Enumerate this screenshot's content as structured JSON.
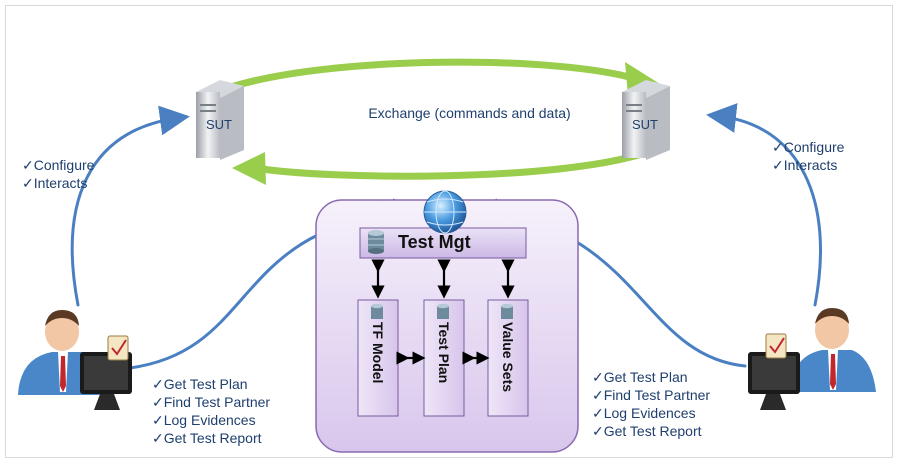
{
  "exchange_label": "Exchange (commands and data)",
  "sut_left": "SUT",
  "sut_right": "SUT",
  "left_configure": [
    "✓Configure",
    "✓Interacts"
  ],
  "right_configure": [
    "✓Configure",
    "✓Interacts"
  ],
  "left_actions": [
    "✓Get Test Plan",
    "✓Find Test Partner",
    "✓Log Evidences",
    "✓Get Test Report"
  ],
  "right_actions": [
    "✓Get Test Plan",
    "✓Find Test Partner",
    "✓Log Evidences",
    "✓Get Test Report"
  ],
  "test_mgt": "Test Mgt",
  "modules": [
    "TF Model",
    "Test Plan",
    "Value Sets"
  ],
  "colors": {
    "exchange_arrow": "#9acd4c",
    "user_arrow": "#4a7fc1",
    "panel_fill": "#e6daf2",
    "panel_border": "#8a6ab0",
    "text": "#1f3f6e"
  }
}
